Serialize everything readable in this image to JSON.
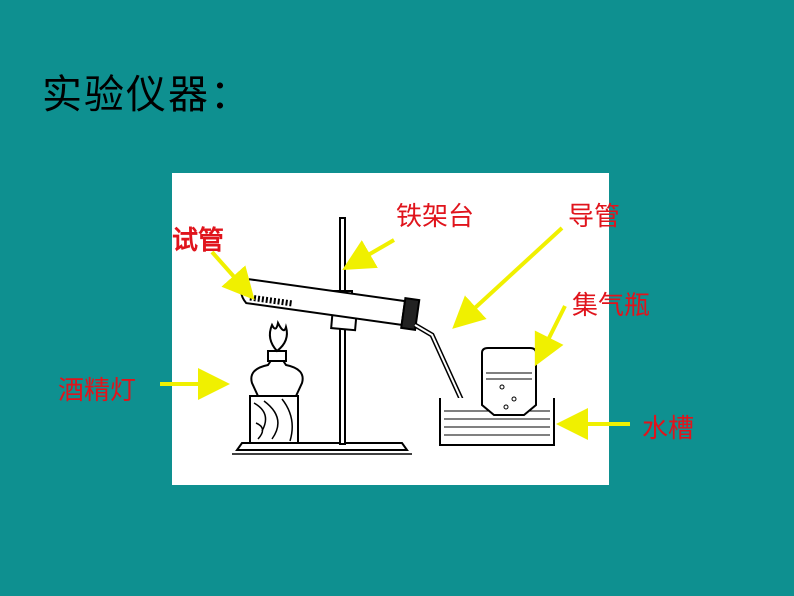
{
  "title": "实验仪器：",
  "colors": {
    "background": "#0e9090",
    "label": "#e0141c",
    "arrow": "#f0f000",
    "panel": "#ffffff"
  },
  "labels": {
    "test_tube": "试管",
    "iron_stand": "铁架台",
    "delivery_tube": "导管",
    "gas_bottle": "集气瓶",
    "alcohol_lamp": "酒精灯",
    "water_trough": "水槽"
  }
}
